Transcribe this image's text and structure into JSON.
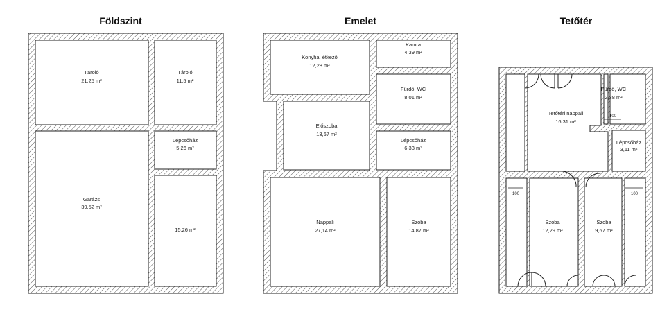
{
  "plans": [
    {
      "key": "foldszint",
      "title": "Földszint",
      "rooms": [
        {
          "name": "Tároló",
          "area": "21,25 m²"
        },
        {
          "name": "Tároló",
          "area": "11,5 m²"
        },
        {
          "name": "Lépcsőház",
          "area": "5,26 m²"
        },
        {
          "name": "Garázs",
          "area": "39,52 m²"
        },
        {
          "name": "",
          "area": "15,26 m²"
        }
      ]
    },
    {
      "key": "emelet",
      "title": "Emelet",
      "rooms": [
        {
          "name": "Konyha, étkező",
          "area": "12,28 m²"
        },
        {
          "name": "Kamra",
          "area": "4,39 m²"
        },
        {
          "name": "Fürdő, WC",
          "area": "8,01 m²"
        },
        {
          "name": "Előszoba",
          "area": "13,67 m²"
        },
        {
          "name": "Lépcsőház",
          "area": "6,33 m²"
        },
        {
          "name": "Nappali",
          "area": "27,14 m²"
        },
        {
          "name": "Szoba",
          "area": "14,87 m²"
        }
      ]
    },
    {
      "key": "tetoter",
      "title": "Tetőtér",
      "rooms": [
        {
          "name": "Tetőtéri nappali",
          "area": "16,31 m²"
        },
        {
          "name": "Fürdő, WC",
          "area": "2,38 m²"
        },
        {
          "name": "Lépcsőház",
          "area": "3,11 m²"
        },
        {
          "name": "Szoba",
          "area": "12,29 m²"
        },
        {
          "name": "Szoba",
          "area": "9,67 m²"
        }
      ],
      "dimension_labels": [
        "100",
        "100",
        "100"
      ]
    }
  ],
  "colors": {
    "wall_line": "#222222",
    "hatch": "#555555",
    "background": "#ffffff"
  }
}
